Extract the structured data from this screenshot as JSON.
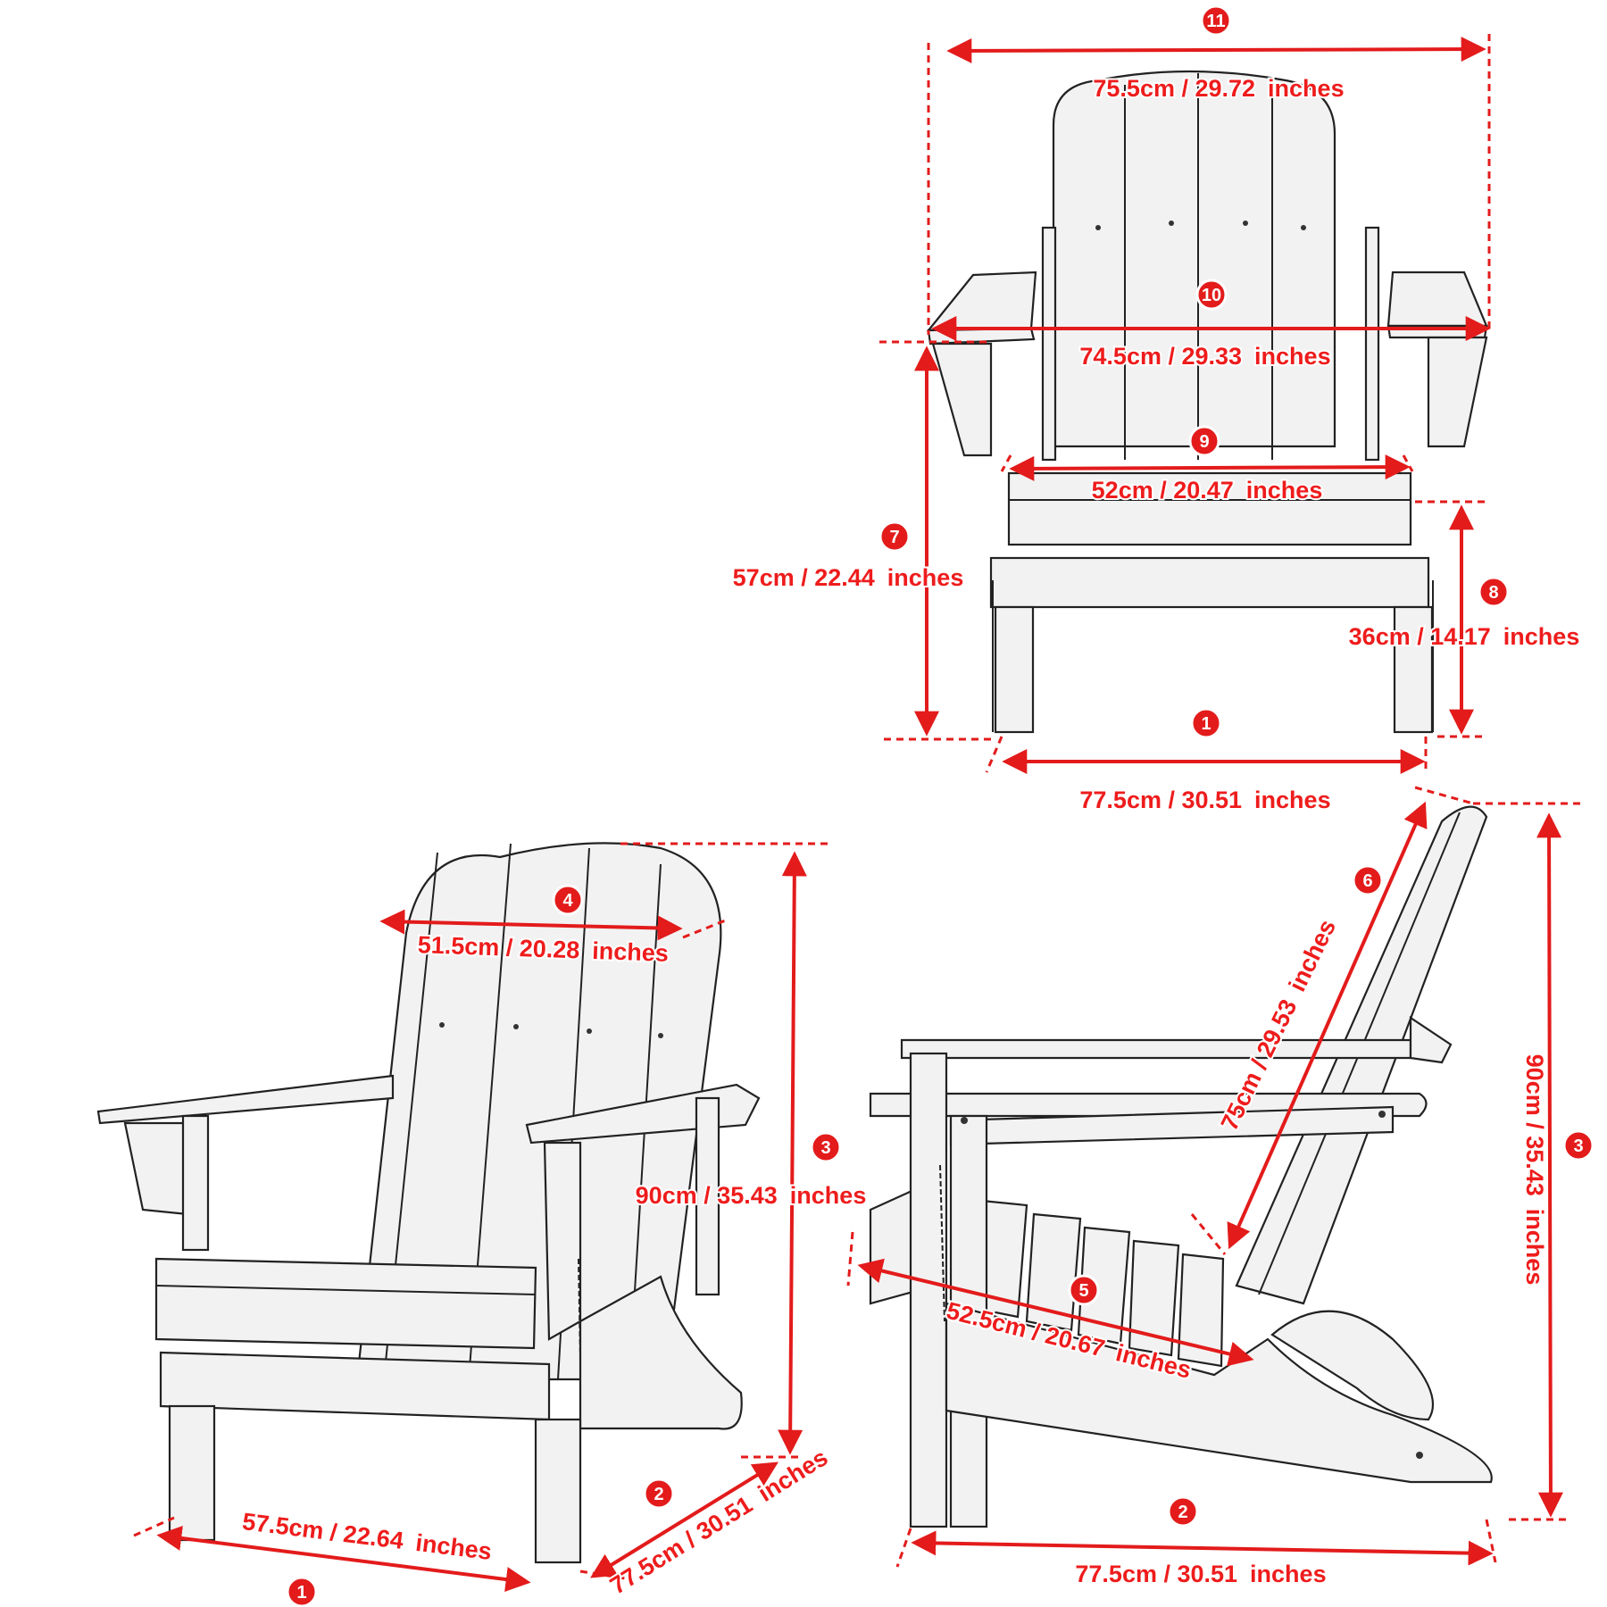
{
  "colors": {
    "dimension_red": "#e31b1b",
    "sketch_ink": "#222222",
    "background": "#ffffff"
  },
  "units": {
    "inches": "inches"
  },
  "front_view": {
    "d11": {
      "num": "11",
      "cm": "75.5cm / 29.72"
    },
    "d10": {
      "num": "10",
      "cm": "74.5cm / 29.33"
    },
    "d9": {
      "num": "9",
      "cm": "52cm / 20.47"
    },
    "d7": {
      "num": "7",
      "cm": "57cm / 22.44"
    },
    "d8": {
      "num": "8",
      "cm": "36cm / 14.17"
    },
    "d1": {
      "num": "1",
      "cm": "77.5cm / 30.51"
    }
  },
  "perspective_view": {
    "d4": {
      "num": "4",
      "cm": "51.5cm / 20.28"
    },
    "d3": {
      "num": "3",
      "cm": "90cm / 35.43"
    },
    "d2": {
      "num": "2",
      "cm": "77.5cm / 30.51"
    },
    "d1": {
      "num": "1",
      "cm": "57.5cm / 22.64"
    }
  },
  "side_view": {
    "d6": {
      "num": "6",
      "cm": "75cm / 29.53"
    },
    "d5": {
      "num": "5",
      "cm": "52.5cm / 20.67"
    },
    "d3": {
      "num": "3",
      "cm": "90cm / 35.43"
    },
    "d2": {
      "num": "2",
      "cm": "77.5cm / 30.51"
    }
  }
}
